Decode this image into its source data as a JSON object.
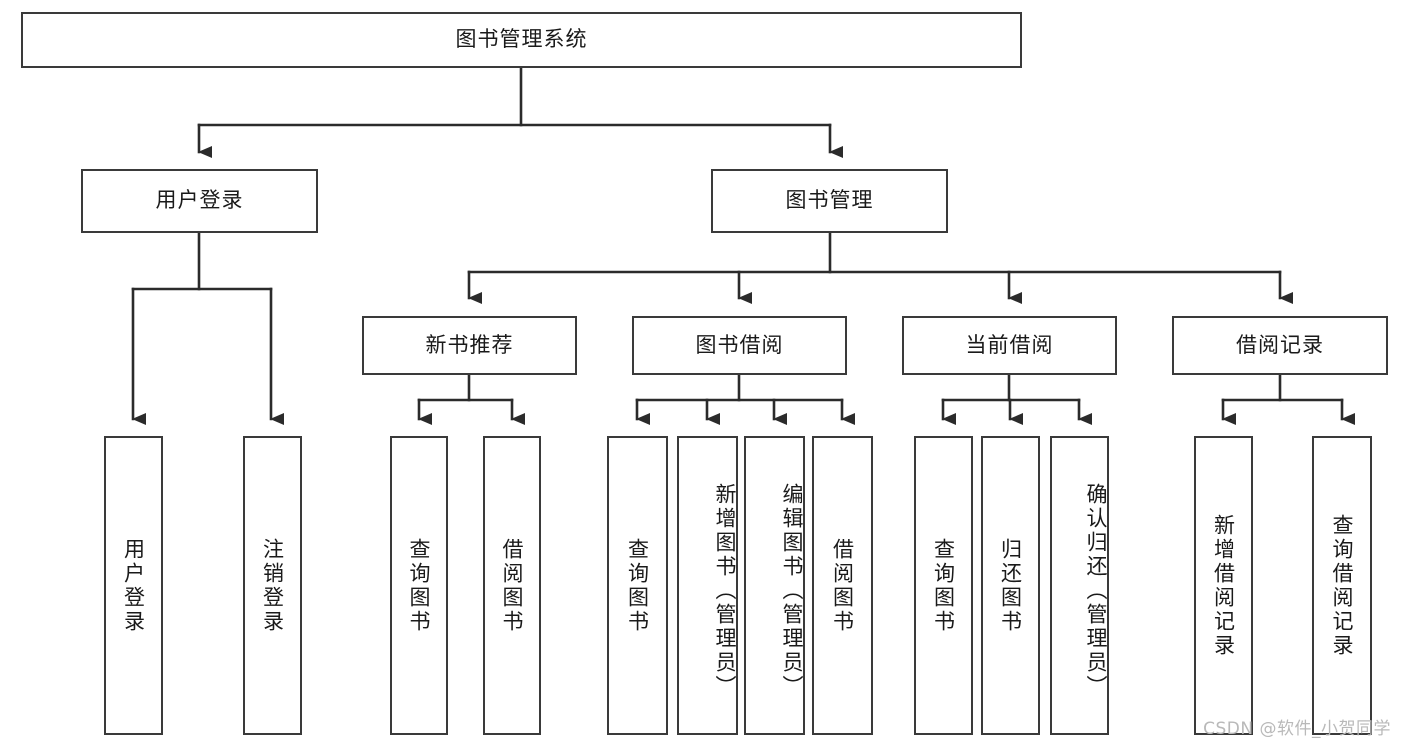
{
  "diagram": {
    "type": "tree",
    "title": "图书管理系统",
    "watermark": "CSDN @软件_小贺同学",
    "colors": {
      "box_border": "#3a3a3a",
      "box_fill": "#ffffff",
      "connector": "#2b2b2b",
      "text": "#1a1a1a",
      "watermark": "#b9b9b9"
    },
    "root": {
      "label": "图书管理系统"
    },
    "level2": [
      {
        "label": "用户登录"
      },
      {
        "label": "图书管理"
      }
    ],
    "level3": [
      {
        "label": "新书推荐"
      },
      {
        "label": "图书借阅"
      },
      {
        "label": "当前借阅"
      },
      {
        "label": "借阅记录"
      }
    ],
    "leaves": {
      "user_login": [
        {
          "label": "用户登录"
        },
        {
          "label": "注销登录"
        }
      ],
      "new_book": [
        {
          "label": "查询图书"
        },
        {
          "label": "借阅图书"
        }
      ],
      "book_borrow": [
        {
          "label": "查询图书"
        },
        {
          "label": "新增图书（管理员）"
        },
        {
          "label": "编辑图书（管理员）"
        },
        {
          "label": "借阅图书"
        }
      ],
      "current_borrow": [
        {
          "label": "查询图书"
        },
        {
          "label": "归还图书"
        },
        {
          "label": "确认归还（管理员）"
        }
      ],
      "borrow_record": [
        {
          "label": "新增借阅记录"
        },
        {
          "label": "查询借阅记录"
        }
      ]
    }
  }
}
